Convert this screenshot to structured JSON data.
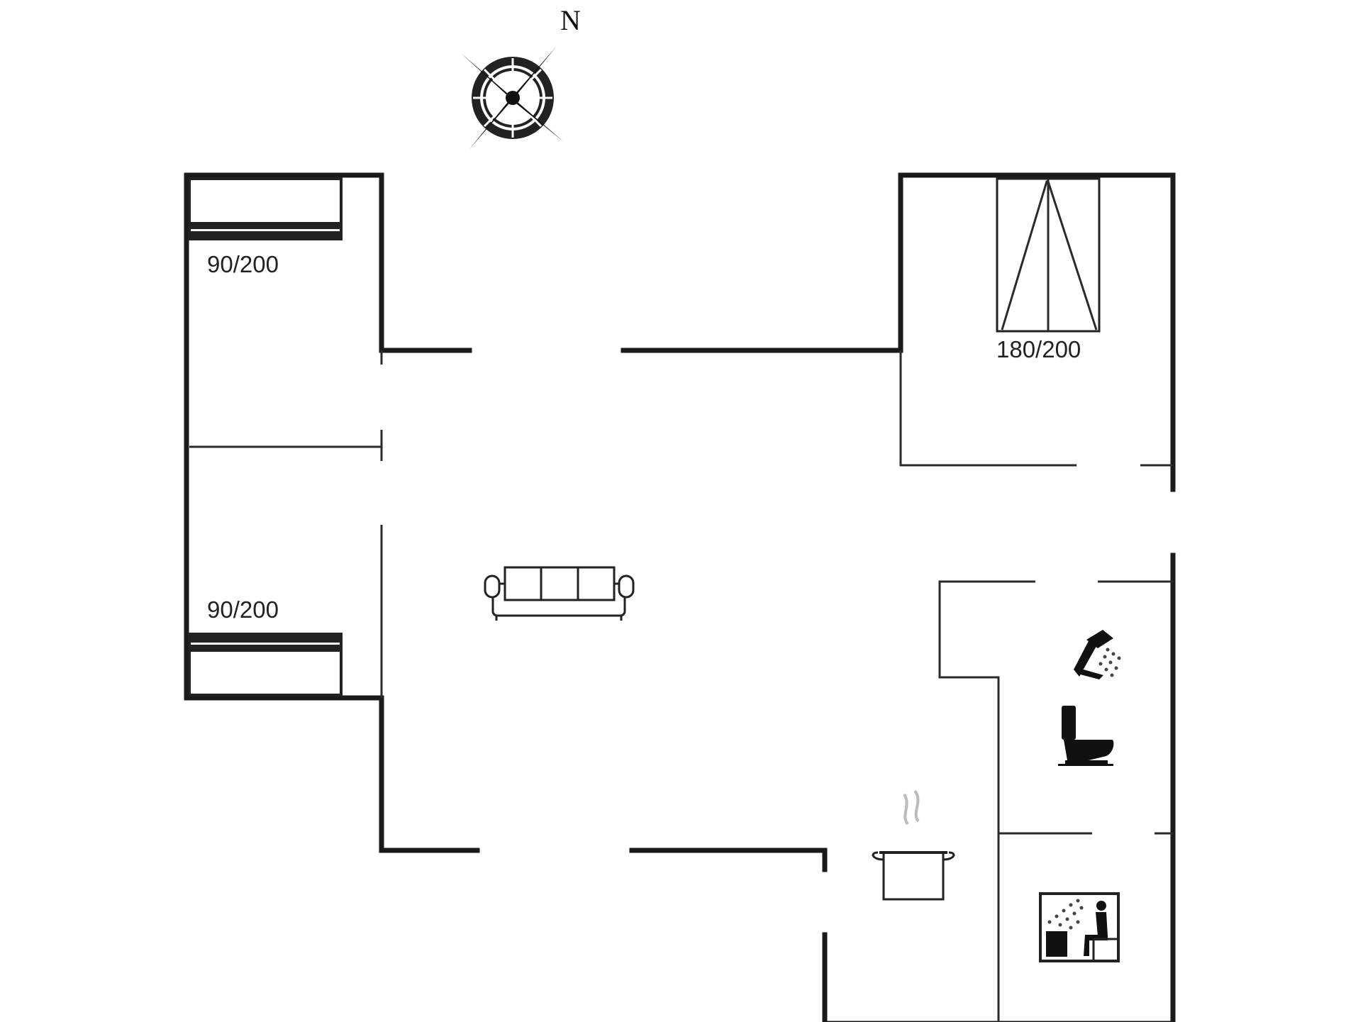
{
  "compass": {
    "north_label": "N",
    "icon": "compass-rose-icon"
  },
  "rooms": {
    "bedroom_top_left": {
      "bed_size": "90/200"
    },
    "bedroom_bottom_left": {
      "bed_size": "90/200"
    },
    "bedroom_top_right": {
      "bed_size": "180/200"
    }
  },
  "icons": [
    "sofa-icon",
    "shower-icon",
    "toilet-icon",
    "cooking-pot-icon",
    "sauna-icon"
  ],
  "colors": {
    "wall": "#1a1a1a",
    "background": "#ffffff"
  }
}
